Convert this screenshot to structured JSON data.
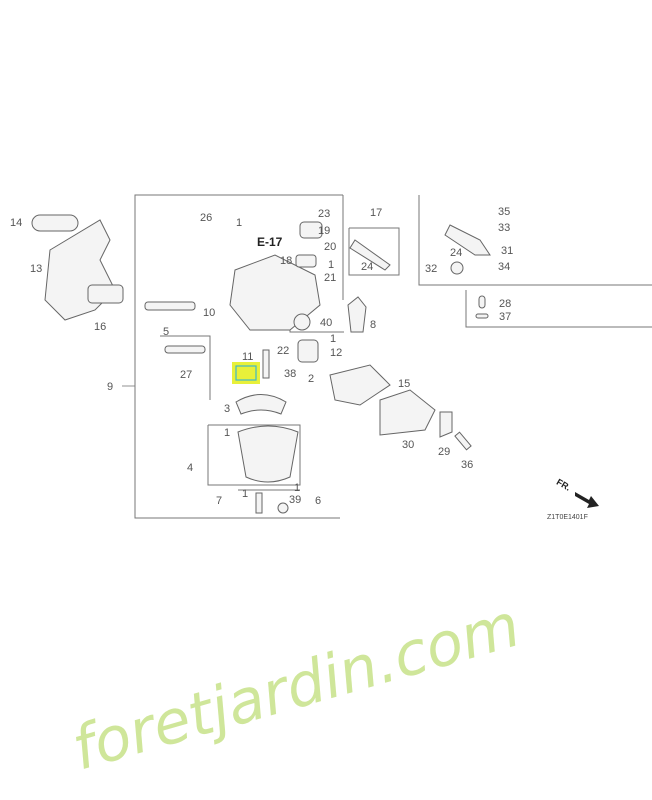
{
  "diagram": {
    "reference": "E-17",
    "callouts": [
      "14",
      "13",
      "16",
      "26",
      "1",
      "23",
      "19",
      "20",
      "18",
      "1",
      "21",
      "17",
      "24",
      "5",
      "10",
      "40",
      "8",
      "1",
      "12",
      "22",
      "11",
      "38",
      "2",
      "27",
      "9",
      "15",
      "3",
      "1",
      "4",
      "30",
      "29",
      "36",
      "7",
      "1",
      "1",
      "39",
      "6",
      "35",
      "33",
      "31",
      "24",
      "32",
      "34",
      "28",
      "37"
    ],
    "direction_label": "FR.",
    "drawing_code": "Z1T0E1401F",
    "highlight_color": "#e8f03a",
    "highlight_border_color": "#3fb8c8"
  },
  "watermark": {
    "text": "foretjardin.com",
    "color": "#cfe69a",
    "accent_color": "#f5c99a"
  }
}
